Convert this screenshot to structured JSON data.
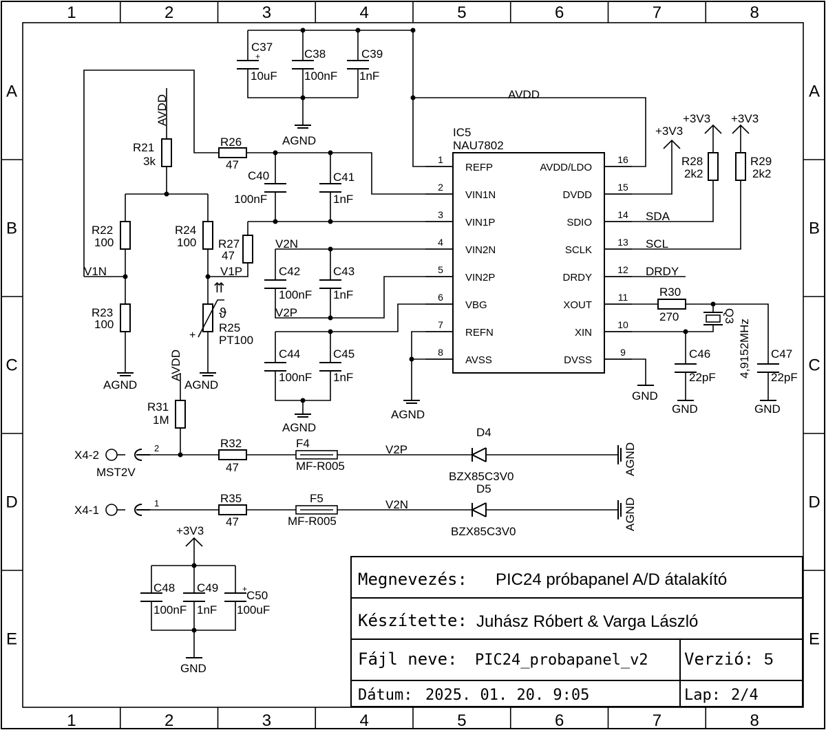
{
  "frame": {
    "cols": [
      "1",
      "2",
      "3",
      "4",
      "5",
      "6",
      "7",
      "8"
    ],
    "rows": [
      "A",
      "B",
      "C",
      "D",
      "E"
    ]
  },
  "ic5": {
    "ref": "IC5",
    "part": "NAU7802",
    "left_pins": [
      {
        "num": "1",
        "name": "REFP"
      },
      {
        "num": "2",
        "name": "VIN1N"
      },
      {
        "num": "3",
        "name": "VIN1P"
      },
      {
        "num": "4",
        "name": "VIN2N"
      },
      {
        "num": "5",
        "name": "VIN2P"
      },
      {
        "num": "6",
        "name": "VBG"
      },
      {
        "num": "7",
        "name": "REFN"
      },
      {
        "num": "8",
        "name": "AVSS"
      }
    ],
    "right_pins": [
      {
        "num": "16",
        "name": "AVDD/LDO"
      },
      {
        "num": "15",
        "name": "DVDD"
      },
      {
        "num": "14",
        "name": "SDIO"
      },
      {
        "num": "13",
        "name": "SCLK"
      },
      {
        "num": "12",
        "name": "DRDY"
      },
      {
        "num": "11",
        "name": "XOUT"
      },
      {
        "num": "10",
        "name": "XIN"
      },
      {
        "num": "9",
        "name": "DVSS"
      }
    ]
  },
  "parts": {
    "C37": {
      "ref": "C37",
      "val": "10uF",
      "plus": "+"
    },
    "C38": {
      "ref": "C38",
      "val": "100nF"
    },
    "C39": {
      "ref": "C39",
      "val": "1nF"
    },
    "R21": {
      "ref": "R21",
      "val": "3k"
    },
    "R26": {
      "ref": "R26",
      "val": "47"
    },
    "C40": {
      "ref": "C40",
      "val": "100nF"
    },
    "C41": {
      "ref": "C41",
      "val": "1nF"
    },
    "R22": {
      "ref": "R22",
      "val": "100"
    },
    "R24": {
      "ref": "R24",
      "val": "100"
    },
    "R27": {
      "ref": "R27",
      "val": "47"
    },
    "R23": {
      "ref": "R23",
      "val": "100"
    },
    "R25": {
      "ref": "R25",
      "val": "PT100",
      "theta": "ϑ",
      "arrows": "⇈",
      "plus": "+"
    },
    "C42": {
      "ref": "C42",
      "val": "100nF"
    },
    "C43": {
      "ref": "C43",
      "val": "1nF"
    },
    "C44": {
      "ref": "C44",
      "val": "100nF"
    },
    "C45": {
      "ref": "C45",
      "val": "1nF"
    },
    "R28": {
      "ref": "R28",
      "val": "2k2"
    },
    "R29": {
      "ref": "R29",
      "val": "2k2"
    },
    "R30": {
      "ref": "R30",
      "val": "270"
    },
    "Q3": {
      "ref": "Q3",
      "val": "4,9152MHz"
    },
    "C46": {
      "ref": "C46",
      "val": "22pF"
    },
    "C47": {
      "ref": "C47",
      "val": "22pF"
    },
    "R31": {
      "ref": "R31",
      "val": "1M"
    },
    "R32": {
      "ref": "R32",
      "val": "47"
    },
    "F4": {
      "ref": "F4",
      "val": "MF-R005"
    },
    "D4": {
      "ref": "D4",
      "val": "BZX85C3V0"
    },
    "R35": {
      "ref": "R35",
      "val": "47"
    },
    "F5": {
      "ref": "F5",
      "val": "MF-R005"
    },
    "D5": {
      "ref": "D5",
      "val": "BZX85C3V0"
    },
    "C48": {
      "ref": "C48",
      "val": "100nF"
    },
    "C49": {
      "ref": "C49",
      "val": "1nF"
    },
    "C50": {
      "ref": "C50",
      "val": "100uF",
      "plus": "+"
    },
    "X4_2": {
      "ref": "X4-2",
      "val": "MST2V",
      "pin": "2"
    },
    "X4_1": {
      "ref": "X4-1",
      "pin": "1"
    }
  },
  "nets": {
    "avdd": "AVDD",
    "agnd": "AGND",
    "gnd": "GND",
    "v3v3": "+3V3",
    "v1n": "V1N",
    "v1p": "V1P",
    "v2n": "V2N",
    "v2p": "V2P",
    "sda": "SDA",
    "scl": "SCL",
    "drdy": "DRDY"
  },
  "title_block": {
    "name_label": "Megnevezés:",
    "name_value": "PIC24 próbapanel A/D átalakító",
    "author_label": "Készítette:",
    "author_value": "Juhász Róbert & Varga László",
    "file_label": "Fájl neve:",
    "file_value": "PIC24_probapanel_v2",
    "version_label": "Verzió:",
    "version_value": "5",
    "date_label": "Dátum:",
    "date_value": "2025. 01. 20. 9:05",
    "sheet_label": "Lap:",
    "sheet_value": "2/4"
  }
}
